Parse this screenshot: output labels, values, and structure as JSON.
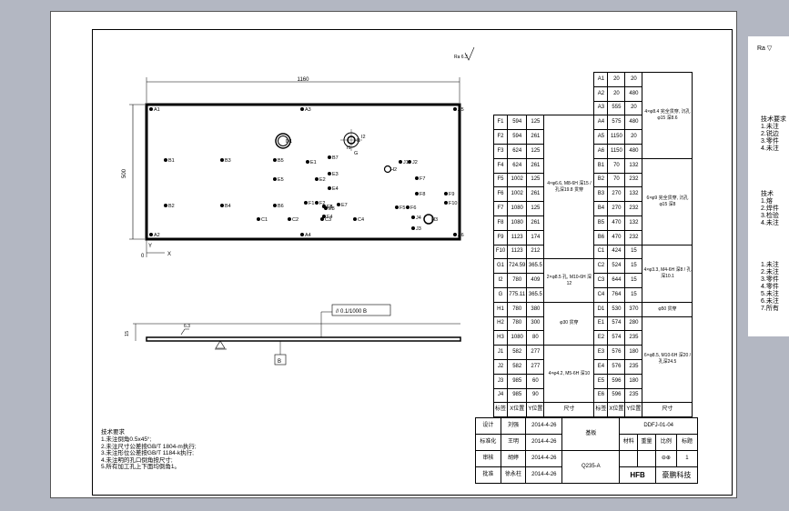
{
  "drawing": {
    "dim_width": "1160",
    "dim_height": "500",
    "axis_x": "X",
    "axis_y": "Y",
    "origin": "0",
    "roughness_top": "Ra 6.3",
    "roughness_section": "6.3",
    "flatness_frame": "// 0.1/1000 B",
    "datum": "B",
    "section_dim": "15",
    "hole_labels": [
      "A1",
      "A2",
      "A3",
      "A4",
      "A5",
      "A6",
      "B1",
      "B2",
      "B3",
      "B4",
      "B5",
      "B6",
      "B7",
      "C1",
      "C2",
      "C3",
      "C4",
      "D1",
      "E1",
      "E2",
      "E3",
      "E4",
      "E5",
      "E6",
      "E7",
      "E8",
      "F1",
      "F2",
      "F3",
      "F4",
      "F5",
      "F6",
      "F7",
      "F8",
      "F9",
      "F10",
      "G",
      "H1",
      "H2",
      "H3",
      "I1",
      "I2",
      "J1",
      "J2",
      "J3",
      "J4"
    ]
  },
  "notes": {
    "title": "技术要求",
    "items": [
      "1.未注倒角0.5x45°;",
      "2.未注尺寸公差按GB/T 1804-m执行;",
      "3.未注形位公差按GB/T 1184-k执行;",
      "4.未注明的孔口倒角按尺寸;",
      "5.所有加工孔上下面均倒角1。"
    ]
  },
  "hole_table": {
    "left": [
      [
        "F1",
        "594",
        "125"
      ],
      [
        "F2",
        "594",
        "261"
      ],
      [
        "F3",
        "624",
        "125"
      ],
      [
        "F4",
        "624",
        "261"
      ],
      [
        "F5",
        "1002",
        "125"
      ],
      [
        "F6",
        "1002",
        "261"
      ],
      [
        "F7",
        "1080",
        "125"
      ],
      [
        "F8",
        "1080",
        "261"
      ],
      [
        "F9",
        "1123",
        "174"
      ],
      [
        "F10",
        "1123",
        "212"
      ],
      [
        "G1",
        "724.59",
        "365.5"
      ],
      [
        "I2",
        "780",
        "409"
      ],
      [
        "G",
        "775.11",
        "365.5"
      ],
      [
        "H1",
        "780",
        "380"
      ],
      [
        "H2",
        "780",
        "300"
      ],
      [
        "H3",
        "1080",
        "80"
      ],
      [
        "J1",
        "582",
        "277"
      ],
      [
        "J2",
        "582",
        "277"
      ],
      [
        "J3",
        "985",
        "60"
      ],
      [
        "J4",
        "985",
        "90"
      ]
    ],
    "left_desc": [
      {
        "text": "4×φ6.6, M8-6H 深15 / 孔深19.8 贯穿",
        "span": 10
      },
      {
        "text": "2×φ8.5 孔, M10-6H 深12",
        "span": 3
      },
      {
        "text": "φ30 贯穿",
        "span": 3
      },
      {
        "text": "4×φ4.2, M5-6H 深10",
        "span": 4
      }
    ],
    "right": [
      [
        "A1",
        "20",
        "20"
      ],
      [
        "A2",
        "20",
        "480"
      ],
      [
        "A3",
        "555",
        "20"
      ],
      [
        "A4",
        "575",
        "480"
      ],
      [
        "A5",
        "1150",
        "20"
      ],
      [
        "A6",
        "1150",
        "480"
      ],
      [
        "B1",
        "70",
        "132"
      ],
      [
        "B2",
        "70",
        "232"
      ],
      [
        "B3",
        "270",
        "132"
      ],
      [
        "B4",
        "270",
        "232"
      ],
      [
        "B5",
        "470",
        "132"
      ],
      [
        "B6",
        "470",
        "232"
      ],
      [
        "C1",
        "424",
        "15"
      ],
      [
        "C2",
        "524",
        "15"
      ],
      [
        "C3",
        "644",
        "15"
      ],
      [
        "C4",
        "764",
        "15"
      ],
      [
        "D1",
        "530",
        "370"
      ],
      [
        "E1",
        "574",
        "280"
      ],
      [
        "E2",
        "574",
        "235"
      ],
      [
        "E3",
        "576",
        "180"
      ],
      [
        "E4",
        "576",
        "235"
      ],
      [
        "E5",
        "596",
        "180"
      ],
      [
        "E6",
        "596",
        "235"
      ]
    ],
    "right_desc": [
      {
        "text": "4×φ8.4 完全贯穿, 沉孔φ15 深8.6",
        "span": 6
      },
      {
        "text": "6×φ9 完全贯穿, 沉孔φ15 深8",
        "span": 6
      },
      {
        "text": "4×φ3.3, M4-6H 深8 / 孔深10.1",
        "span": 4
      },
      {
        "text": "φ50 贯穿",
        "span": 1
      },
      {
        "text": "6×φ8.5, M10-6H 深20 / 孔深24.5",
        "span": 6
      }
    ],
    "header": [
      "标签",
      "X位置",
      "Y位置",
      "尺寸"
    ]
  },
  "title_block": {
    "rows": [
      {
        "role": "设计",
        "name": "刘强",
        "date": "2014-4-26"
      },
      {
        "role": "标准化",
        "name": "王明",
        "date": "2014-4-26"
      },
      {
        "role": "审核",
        "name": "胡婷",
        "date": "2014-4-26"
      },
      {
        "role": "批准",
        "name": "徐永柱",
        "date": "2014-4-26"
      }
    ],
    "part_name": "基板",
    "material": "Q235-A",
    "drawing_no": "DDFJ-01-04",
    "cols": [
      "材料",
      "重量",
      "比例",
      "标题"
    ],
    "scale": "1",
    "company_logo": "HFB",
    "company": "豪鹏科技"
  },
  "side_panel": {
    "blocks": [
      [
        "技术要求",
        "1.未注",
        "2.锐边",
        "3.零件",
        "4.未注"
      ],
      [
        "技术",
        "1.熔",
        "2.焊件",
        "3.检验",
        "4.未注"
      ],
      [
        "1.未注",
        "2.未注",
        "3.零件",
        "4.零件",
        "5.未注",
        "6.未注",
        "7.所有"
      ]
    ],
    "roughness": "Ra"
  },
  "colors": {
    "background": "#b3b7c2",
    "sheet": "#ffffff",
    "ink": "#000000"
  }
}
